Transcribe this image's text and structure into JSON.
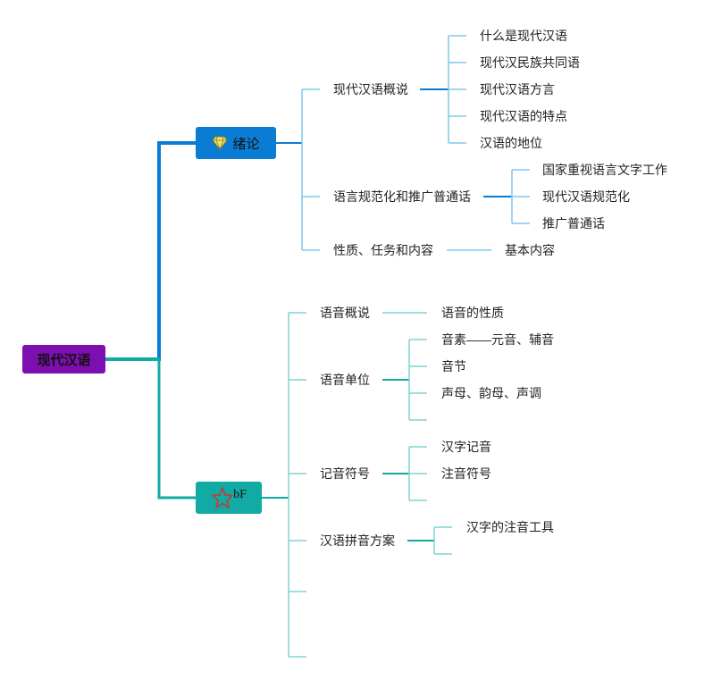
{
  "root": {
    "label": "现代汉语"
  },
  "branch1": {
    "label": "绪论",
    "icon": "gem-icon",
    "color": "#0a7cd4",
    "children": [
      {
        "label": "现代汉语概说",
        "children": [
          "什么是现代汉语",
          "现代汉民族共同语",
          "现代汉语方言",
          "现代汉语的特点",
          "汉语的地位"
        ]
      },
      {
        "label": "语言规范化和推广普通话",
        "children": [
          "国家重视语言文字工作",
          "现代汉语规范化",
          "推广普通话"
        ]
      },
      {
        "label": "性质、任务和内容",
        "children": [
          "基本内容"
        ]
      }
    ]
  },
  "branch2": {
    "label": "bF",
    "icon": "star-outline-icon",
    "color": "#11aaa4",
    "children": [
      {
        "label": "语音概说",
        "children": [
          "语音的性质"
        ]
      },
      {
        "label": "语音单位",
        "children": [
          "音素——元音、辅音",
          "音节",
          "声母、韵母、声调",
          ""
        ]
      },
      {
        "label": "记音符号",
        "children": [
          "汉字记音",
          "注音符号",
          ""
        ]
      },
      {
        "label": "汉语拼音方案",
        "children": [
          "汉字的注音工具",
          ""
        ]
      },
      {
        "label": "",
        "children": []
      },
      {
        "label": "",
        "children": []
      }
    ]
  }
}
